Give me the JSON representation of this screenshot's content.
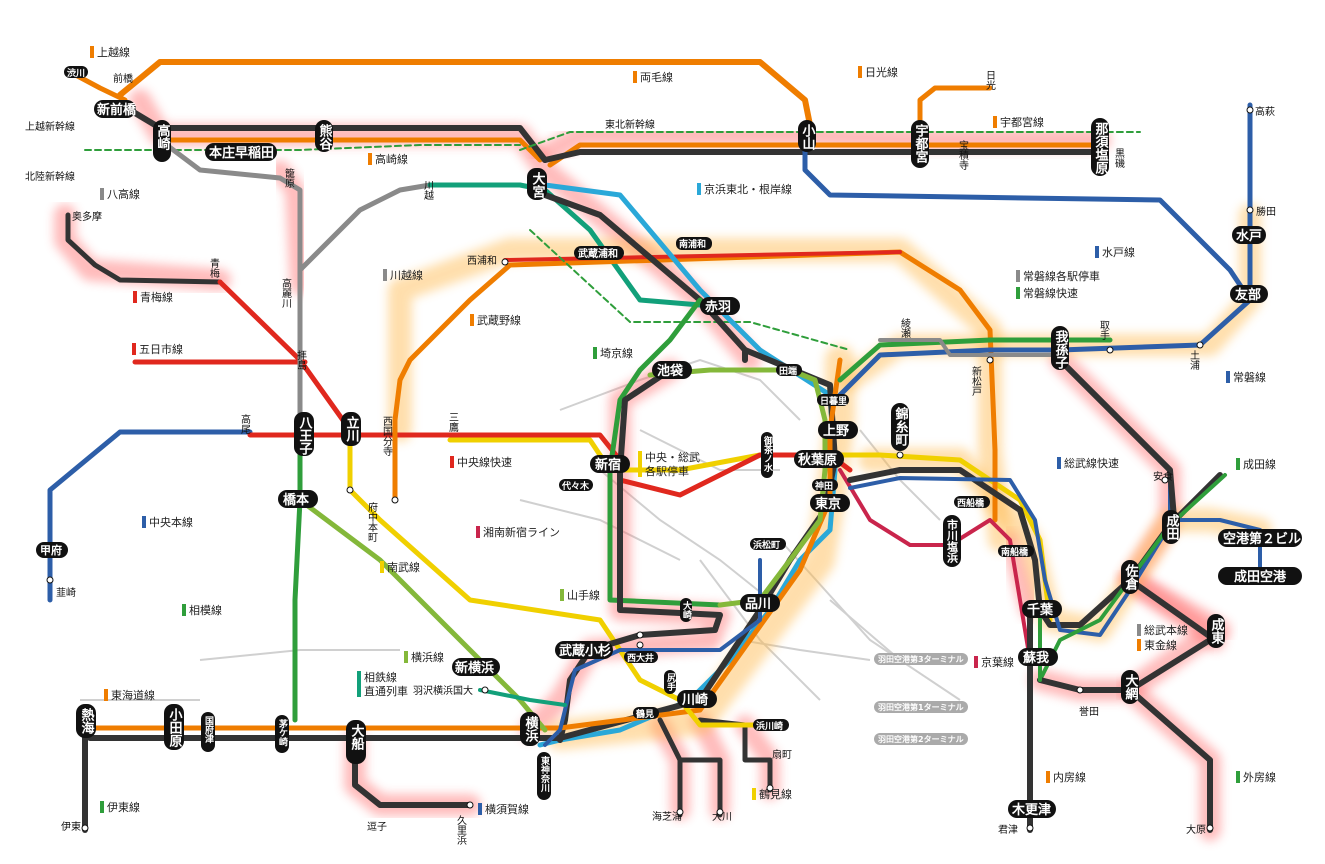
{
  "legend": {
    "joetsu": "上越線",
    "ryomo": "両毛線",
    "nikko": "日光線",
    "utsunomiya": "宇都宮線",
    "takasaki": "高崎線",
    "hachiko": "八高線",
    "keihin_tohoku": "京浜東北・根岸線",
    "kawagoe": "川越線",
    "ome": "青梅線",
    "musashino": "武蔵野線",
    "mito": "水戸線",
    "joban_local": "常磐線各駅停車",
    "joban_rapid": "常磐線快速",
    "itsukaichi": "五日市線",
    "saikyo": "埼京線",
    "joban": "常磐線",
    "chuo_rapid": "中央線快速",
    "chuo_sobu_local1": "中央・総武",
    "chuo_sobu_local2": "各駅停車",
    "sobu_rapid": "総武線快速",
    "narita": "成田線",
    "chuo_main": "中央本線",
    "shonan_shinjuku": "湘南新宿ライン",
    "nambu": "南武線",
    "yamanote": "山手線",
    "sagami": "相模線",
    "yokohama": "横浜線",
    "sotetsu1": "相鉄線",
    "sotetsu2": "直通列車",
    "tokaido": "東海道線",
    "keiyo": "京葉線",
    "sobu_main": "総武本線",
    "togane": "東金線",
    "ito": "伊東線",
    "yokosuka": "横須賀線",
    "tsurumi": "鶴見線",
    "uchibo": "内房線",
    "sotobo": "外房線"
  },
  "stations": {
    "shin_maebashi": "新前橋",
    "takasaki": "高崎",
    "kumagaya": "熊谷",
    "honjo_waseda": "本庄早稲田",
    "omiya": "大宮",
    "oyama": "小山",
    "utsunomiya": "宇都宮",
    "nasushiobara": "那須塩原",
    "mito": "水戸",
    "tomobe": "友部",
    "abiko": "我孫子",
    "akabane": "赤羽",
    "ikebukuro": "池袋",
    "ueno": "上野",
    "kinshicho": "錦糸町",
    "akihabara": "秋葉原",
    "tokyo": "東京",
    "shinjuku": "新宿",
    "hachioji": "八王子",
    "tachikawa": "立川",
    "hashimoto": "橋本",
    "shinagawa": "品川",
    "musashi_kosugi": "武蔵小杉",
    "shin_yokohama": "新横浜",
    "kawasaki": "川崎",
    "yokohama": "横浜",
    "ofuna": "大船",
    "odawara": "小田原",
    "atami": "熱海",
    "chiba": "千葉",
    "soga": "蘇我",
    "kisarazu": "木更津",
    "narita": "成田",
    "sakura": "佐倉",
    "naruto": "成東",
    "oami": "大網",
    "airport_t2": "空港第２ビル",
    "narita_airport": "成田空港",
    "kofu": "甲府",
    "ichikawa_shiohama": "市川塩浜"
  },
  "minor": {
    "shibukawa": "渋川",
    "maebashi": "前橋",
    "kagohara": "籠原",
    "nikko": "日光",
    "hoshakuji": "宝積寺",
    "kuroiso": "黒磯",
    "takahagi": "高萩",
    "katsuta": "勝田",
    "okutama": "奥多摩",
    "ome": "青梅",
    "takasaki_line_kawagoe": "川越",
    "koma_gawa": "高麗川",
    "nishi_urawa": "西浦和",
    "musashi_urawa": "武蔵浦和",
    "minami_urawa": "南浦和",
    "ayase": "綾瀬",
    "toride": "取手",
    "tsuchiura": "土浦",
    "shin_matsudo": "新松戸",
    "haijima": "拝島",
    "takao": "高尾",
    "mitaka": "三鷹",
    "nishi_kokubunji": "西国分寺",
    "fuchu_hommachi": "府中本町",
    "tabata": "田端",
    "nippori": "日暮里",
    "ochanomizu": "御茶ノ水",
    "kanda": "神田",
    "yoyogi": "代々木",
    "hamamatsucho": "浜松町",
    "nishi_funabashi": "西船橋",
    "minami_funabashi": "南船橋",
    "nirasaki": "韮崎",
    "osaki": "大崎",
    "nishi_oi": "西大井",
    "hazawa": "羽沢横浜国大",
    "tsurumi": "鶴見",
    "shiomae": "尻手",
    "hama_kawasaki": "浜川崎",
    "benten": "扇町",
    "umishibaura": "海芝浦",
    "okawa": "大川",
    "kokufuzu": "国府津",
    "chigasaki": "茅ケ崎",
    "ito": "伊東",
    "zushi": "逗子",
    "kurihama": "久里浜",
    "higashi_kanagawa": "東神奈川",
    "ushiku": "誉田",
    "kimitsu": "君津",
    "ohara": "大原",
    "abiko_yasu": "安食",
    "airport_t3": "羽田空港第3ターミナル",
    "airport_t1": "羽田空港第1ターミナル",
    "airport_t2h": "羽田空港第2ターミナル",
    "tohoku_shinkansen": "東北新幹線",
    "joetsu_shinkansen": "上越新幹線",
    "hokuriku_shinkansen": "北陸新幹線"
  },
  "colors": {
    "red": "#e0281e",
    "orange": "#ef7d00",
    "black": "#333333",
    "green": "#2f9e3b",
    "blue": "#2d5ea8",
    "yellow": "#f0d000",
    "teal": "#12a07a",
    "gray": "#8a8a8a",
    "lightblue": "#2aa8d8",
    "yellowgreen": "#84b83a",
    "pink": "#c9254c"
  }
}
